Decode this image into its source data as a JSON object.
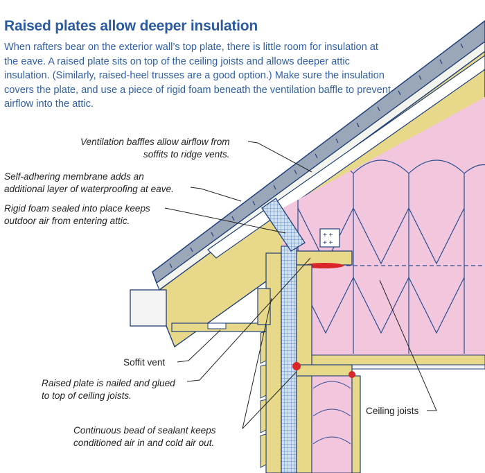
{
  "title": "Raised plates allow deeper insulation",
  "intro": "When rafters bear on the exterior wall’s top plate, there is little room for insulation at the eave. A raised plate sits on top of the ceiling joists and allows deeper attic insulation. (Similarly, raised-heel trusses are a good option.) Make sure the insulation covers the plate, and use a piece of rigid foam beneath the ventilation baffle to prevent airflow into the attic.",
  "callouts": {
    "baffles": [
      "Ventilation baffles allow airflow from",
      "soffits to ridge vents."
    ],
    "membrane": [
      "Self-adhering membrane adds an",
      "additional layer of waterproofing at eave."
    ],
    "rigid_foam": [
      "Rigid foam sealed into place keeps",
      "outdoor air from entering attic."
    ],
    "soffit_vent": [
      "Soffit vent"
    ],
    "raised_plate": [
      "Raised plate is nailed and glued",
      "to top of ceiling joists."
    ],
    "sealant": [
      "Continuous bead of sealant keeps",
      "conditioned air in and cold air out."
    ],
    "ceiling_joists": [
      "Ceiling joists"
    ]
  },
  "colors": {
    "heading": "#2b5aa0",
    "insulation": "#f2c6dd",
    "wood": "#e8d98a",
    "line": "#1f3f7a",
    "sealant": "#d9262a"
  }
}
